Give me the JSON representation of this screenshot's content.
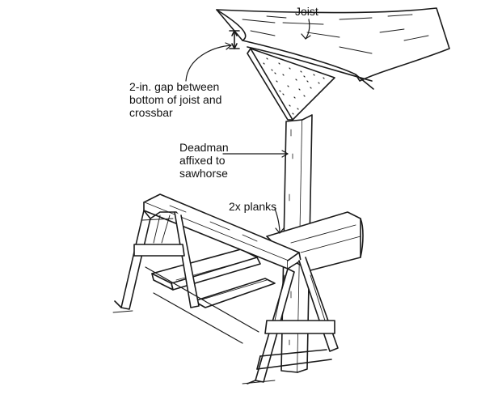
{
  "labels": {
    "joist": "Joist",
    "gap": "2-in. gap between\nbottom of joist and\ncrossbar",
    "deadman": "Deadman\naffixed to\nsawhorse",
    "planks": "2x planks"
  },
  "colors": {
    "ink": "#1a1a1a",
    "paper": "#ffffff"
  }
}
